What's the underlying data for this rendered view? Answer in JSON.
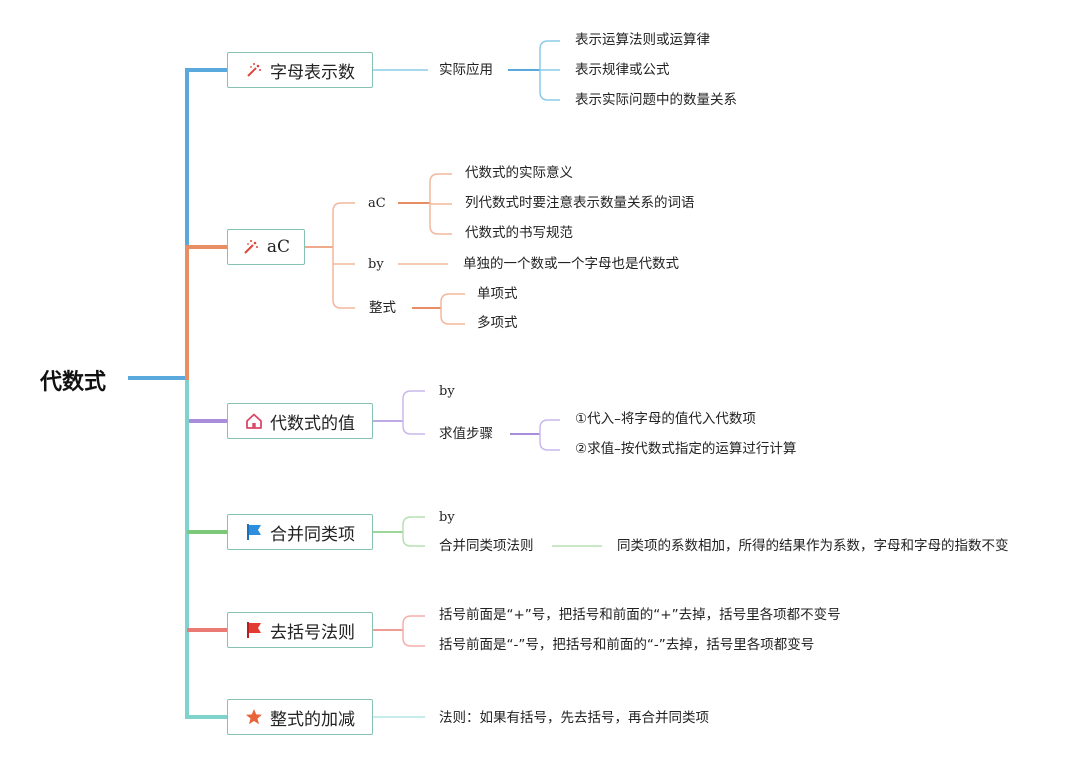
{
  "root": {
    "label": "代数式"
  },
  "branches": [
    {
      "label": "字母表示数",
      "icon": "magic-wand-icon",
      "color": "#5aa9dc",
      "children": [
        {
          "label": "实际应用",
          "children": [
            "表示运算法则或运算律",
            "表示规律或公式",
            "表示实际问题中的数量关系"
          ]
        }
      ]
    },
    {
      "label": "aC",
      "icon": "magic-wand-icon",
      "color": "#e88d64",
      "children": [
        {
          "label": "aC",
          "children": [
            "代数式的实际意义",
            "列代数式时要注意表示数量关系的词语",
            "代数式的书写规范"
          ]
        },
        {
          "label": "by",
          "children": [
            "单独的一个数或一个字母也是代数式"
          ]
        },
        {
          "label": "整式",
          "children": [
            "单项式",
            "多项式"
          ]
        }
      ]
    },
    {
      "label": "代数式的值",
      "icon": "house-icon",
      "color": "#a98ddd",
      "children": [
        {
          "label": "by",
          "children": []
        },
        {
          "label": "求值步骤",
          "children": [
            "①代入–将字母的值代入代数项",
            "②求值–按代数式指定的运算过行计算"
          ]
        }
      ]
    },
    {
      "label": "合并同类项",
      "icon": "blue-flag-icon",
      "color": "#7cc97a",
      "children": [
        {
          "label": "by",
          "children": []
        },
        {
          "label": "合并同类项法则",
          "children": [
            "同类项的系数相加，所得的结果作为系数，字母和字母的指数不变"
          ]
        }
      ]
    },
    {
      "label": "去括号法则",
      "icon": "red-flag-icon",
      "color": "#ec7a74",
      "children": [
        {
          "label": "括号前面是“+”号，把括号和前面的“+”去掉，括号里各项都不变号",
          "children": []
        },
        {
          "label": "括号前面是“-”号，把括号和前面的“-”去掉，括号里各项都变号",
          "children": []
        }
      ]
    },
    {
      "label": "整式的加减",
      "icon": "star-icon",
      "color": "#7ed3cc",
      "children": [
        {
          "label": "法则：如果有括号，先去括号，再合并同类项",
          "children": []
        }
      ]
    }
  ]
}
